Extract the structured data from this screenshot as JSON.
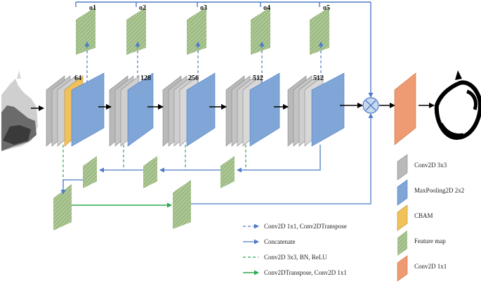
{
  "outputs": [
    "o1",
    "o2",
    "o3",
    "o4",
    "o5"
  ],
  "channels": [
    "64",
    "128",
    "256",
    "512",
    "512"
  ],
  "legend_blocks": [
    {
      "label": "Conv2D 3x3",
      "color": "#b9b9b9"
    },
    {
      "label": "MaxPooling2D 2x2",
      "color": "#7fa6d6"
    },
    {
      "label": "CBAM",
      "color": "#f2c25a"
    },
    {
      "label": "Feature map",
      "color": "#9dbb83"
    },
    {
      "label": "Conv2D 1x1",
      "color": "#ee9a72"
    }
  ],
  "legend_lines": [
    {
      "label": "Conv2D 1x1, Conv2DTranspose",
      "color": "#4f7cc6",
      "style": "dashed"
    },
    {
      "label": "Concatenate",
      "color": "#4f7cc6",
      "style": "solid"
    },
    {
      "label": "Conv2D 3x3, BN, ReLU",
      "color": "#2fa84f",
      "style": "dashed"
    },
    {
      "label": "Conv2DTranspose, Conv2D 1x1",
      "color": "#2fa84f",
      "style": "solid"
    }
  ]
}
